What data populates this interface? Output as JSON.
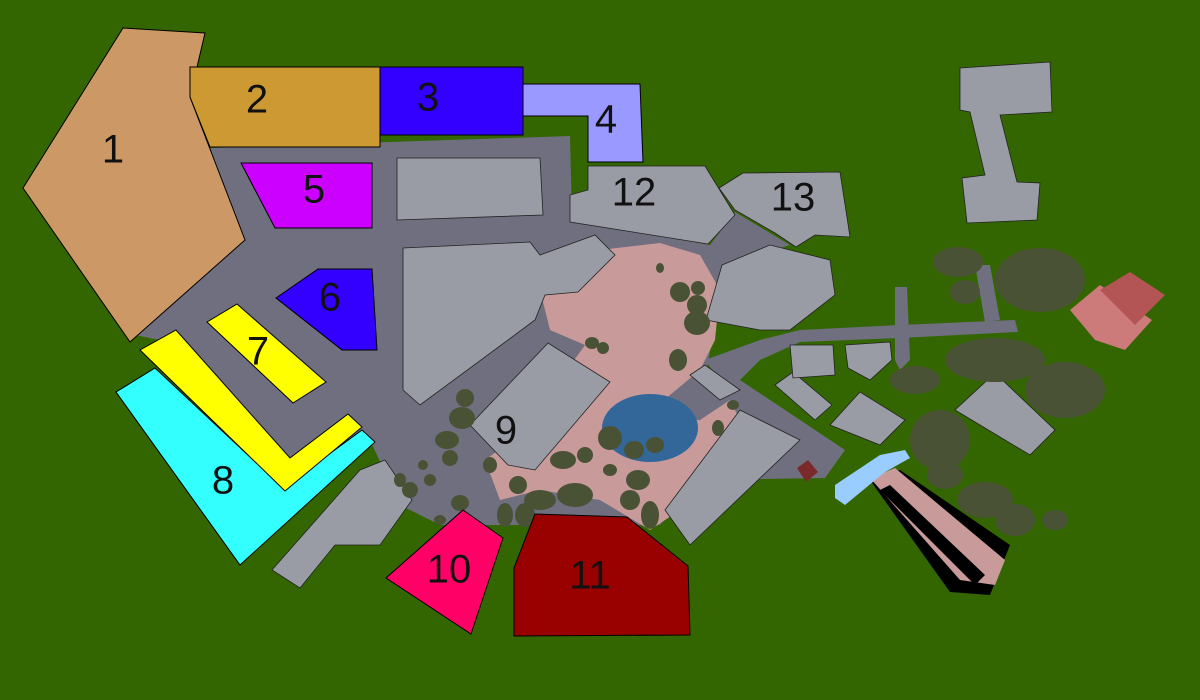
{
  "map": {
    "colors": {
      "background": "#336600",
      "road": "#6f6f7f",
      "building": "#9a9ca5",
      "plaza": "#c99a9a",
      "pond": "#336699",
      "tree": "#4a5236"
    },
    "zones": [
      {
        "label": "1",
        "color": "#cc9966"
      },
      {
        "label": "2",
        "color": "#cc9933"
      },
      {
        "label": "3",
        "color": "#3300ff"
      },
      {
        "label": "4",
        "color": "#9999ff"
      },
      {
        "label": "5",
        "color": "#cc00ff"
      },
      {
        "label": "6",
        "color": "#3300ff"
      },
      {
        "label": "7",
        "color": "#ffff00"
      },
      {
        "label": "8",
        "color": "#33ffff"
      },
      {
        "label": "9",
        "color": "#9a9ca5"
      },
      {
        "label": "10",
        "color": "#ff0066"
      },
      {
        "label": "11",
        "color": "#990000"
      },
      {
        "label": "12",
        "color": "#9a9ca5"
      },
      {
        "label": "13",
        "color": "#9a9ca5"
      }
    ]
  }
}
